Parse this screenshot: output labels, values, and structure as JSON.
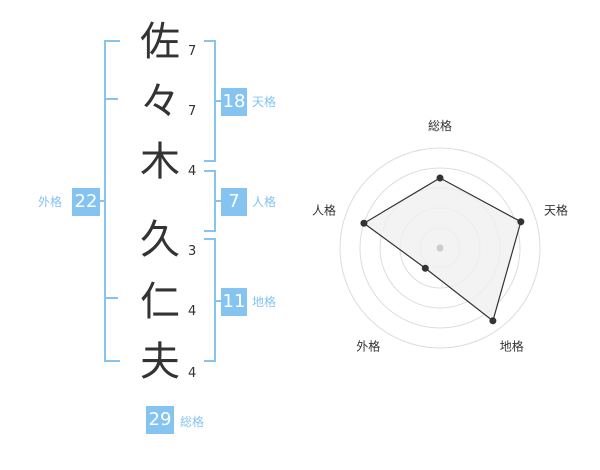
{
  "name": {
    "chars": [
      {
        "char": "佐",
        "strokes": "7"
      },
      {
        "char": "々",
        "strokes": "7"
      },
      {
        "char": "木",
        "strokes": "4"
      },
      {
        "char": "久",
        "strokes": "3"
      },
      {
        "char": "仁",
        "strokes": "4"
      },
      {
        "char": "夫",
        "strokes": "4"
      }
    ]
  },
  "kakusu": {
    "tenkaku": {
      "value": "18",
      "label": "天格"
    },
    "jinkaku": {
      "value": "7",
      "label": "人格"
    },
    "chikaku": {
      "value": "11",
      "label": "地格"
    },
    "gaikaku": {
      "value": "22",
      "label": "外格"
    },
    "soukaku": {
      "value": "29",
      "label": "総格"
    }
  },
  "chart_data": {
    "type": "radar",
    "axes": [
      "総格",
      "天格",
      "地格",
      "外格",
      "人格"
    ],
    "values": [
      0.7,
      0.85,
      0.9,
      0.25,
      0.8
    ],
    "rings": 5,
    "colors": {
      "fill": "#f0f0f0",
      "line": "#333333",
      "ring": "#dddddd"
    }
  }
}
